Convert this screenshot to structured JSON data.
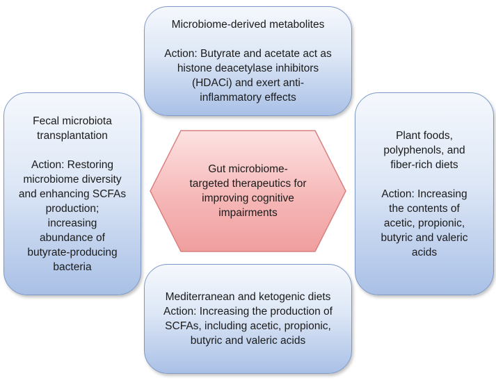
{
  "center": {
    "lines": [
      "Gut microbiome-",
      "targeted therapeutics for",
      "improving cognitive",
      "impairments"
    ],
    "fill_color": "#f6b8b8",
    "border_color": "#d98080"
  },
  "box_colors": {
    "top": "#f5f8fd",
    "bottom": "#a9c0e6",
    "border": "#7f99c7"
  },
  "top_box": {
    "title_lines": [
      "Microbiome-derived metabolites"
    ],
    "action_lines": [
      "Action: Butyrate and acetate act as",
      "histone deacetylase inhibitors",
      "(HDACi) and exert anti-",
      "inflammatory effects"
    ]
  },
  "left_box": {
    "title_lines": [
      "Fecal microbiota",
      "transplantation"
    ],
    "action_lines": [
      "Action: Restoring",
      "microbiome diversity",
      "and enhancing SCFAs",
      "production;",
      "increasing",
      "abundance of",
      "butyrate-producing",
      "bacteria"
    ]
  },
  "right_box": {
    "title_lines": [
      "Plant foods,",
      "polyphenols, and",
      "fiber-rich diets"
    ],
    "action_lines": [
      "Action: Increasing",
      "the contents of",
      "acetic, propionic,",
      "butyric and valeric",
      "acids"
    ]
  },
  "bottom_box": {
    "title_lines": [
      "Mediterranean and ketogenic diets"
    ],
    "action_lines": [
      "Action: Increasing the production of",
      "SCFAs, including acetic, propionic,",
      "butyric and valeric acids"
    ]
  }
}
